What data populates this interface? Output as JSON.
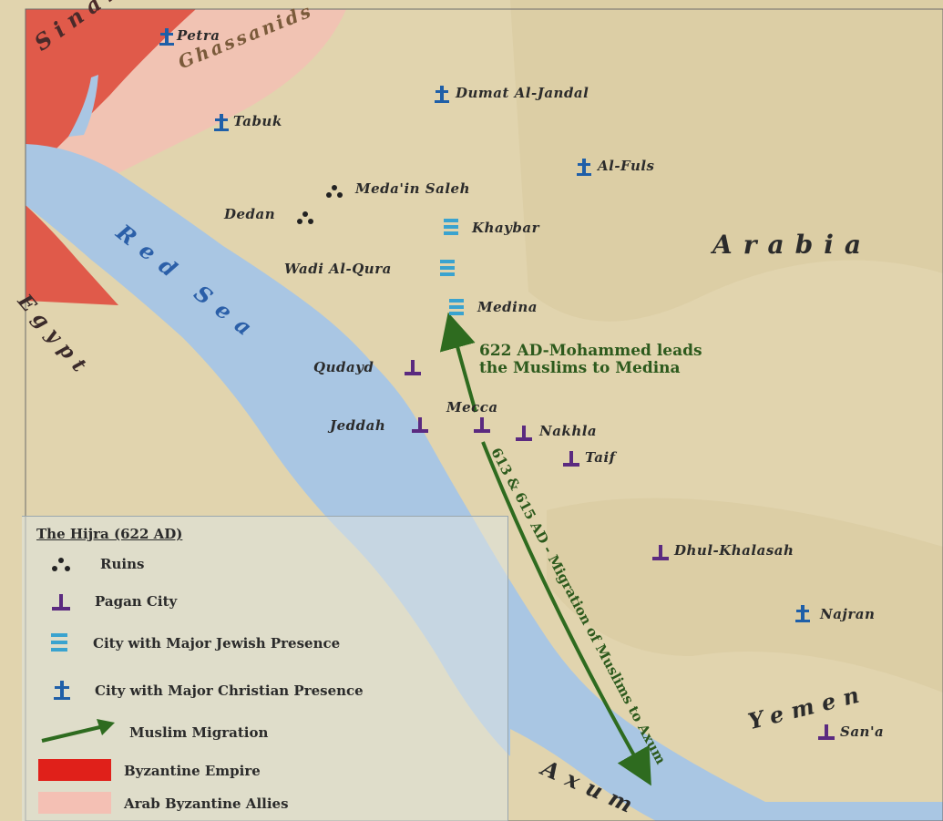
{
  "map": {
    "regions": {
      "sinai": "Sinai",
      "ghassanids": "Ghassanids",
      "egypt": "Egypt",
      "red_sea": "Red Sea",
      "arabia": "Arabia",
      "yemen": "Yemen",
      "axum": "Axum"
    },
    "places": {
      "petra": "Petra",
      "dumat": "Dumat Al-Jandal",
      "tabuk": "Tabuk",
      "al_fuls": "Al-Fuls",
      "medain_saleh": "Meda'in Saleh",
      "dedan": "Dedan",
      "khaybar": "Khaybar",
      "wadi_al_qura": "Wadi Al-Qura",
      "medina": "Medina",
      "qudayd": "Qudayd",
      "mecca": "Mecca",
      "jeddah": "Jeddah",
      "nakhla": "Nakhla",
      "taif": "Taif",
      "dhul_khalasah": "Dhul-Khalasah",
      "najran": "Najran",
      "sana": "San'a"
    },
    "annotations": {
      "hijra_line1": "622 AD-Mohammed leads",
      "hijra_line2": "the Muslims to Medina",
      "axum_migration": "613 & 615 AD - Migration of Muslims to Axum"
    }
  },
  "legend": {
    "title": "The Hijra (622 AD)",
    "items": {
      "ruins": "Ruins",
      "pagan": "Pagan City",
      "jewish": "City with Major Jewish Presence",
      "christian": "City with Major Christian Presence",
      "migration": "Muslim Migration",
      "byzantine": "Byzantine Empire",
      "allies": "Arab Byzantine Allies"
    }
  },
  "colors": {
    "land": "#e3d6b2",
    "sea": "#a9c6e3",
    "byzantine": "#e05a4a",
    "allies": "#f1c3b3",
    "migration": "#2e6b1f",
    "pagan": "#5b2a80",
    "christian": "#1f5fa8",
    "jewish": "#3aa3cf",
    "ruins": "#222222"
  },
  "icons": {
    "ruins": "ruins-icon",
    "pagan": "pagan-city-icon",
    "jewish": "jewish-city-icon",
    "christian": "christian-city-icon"
  }
}
